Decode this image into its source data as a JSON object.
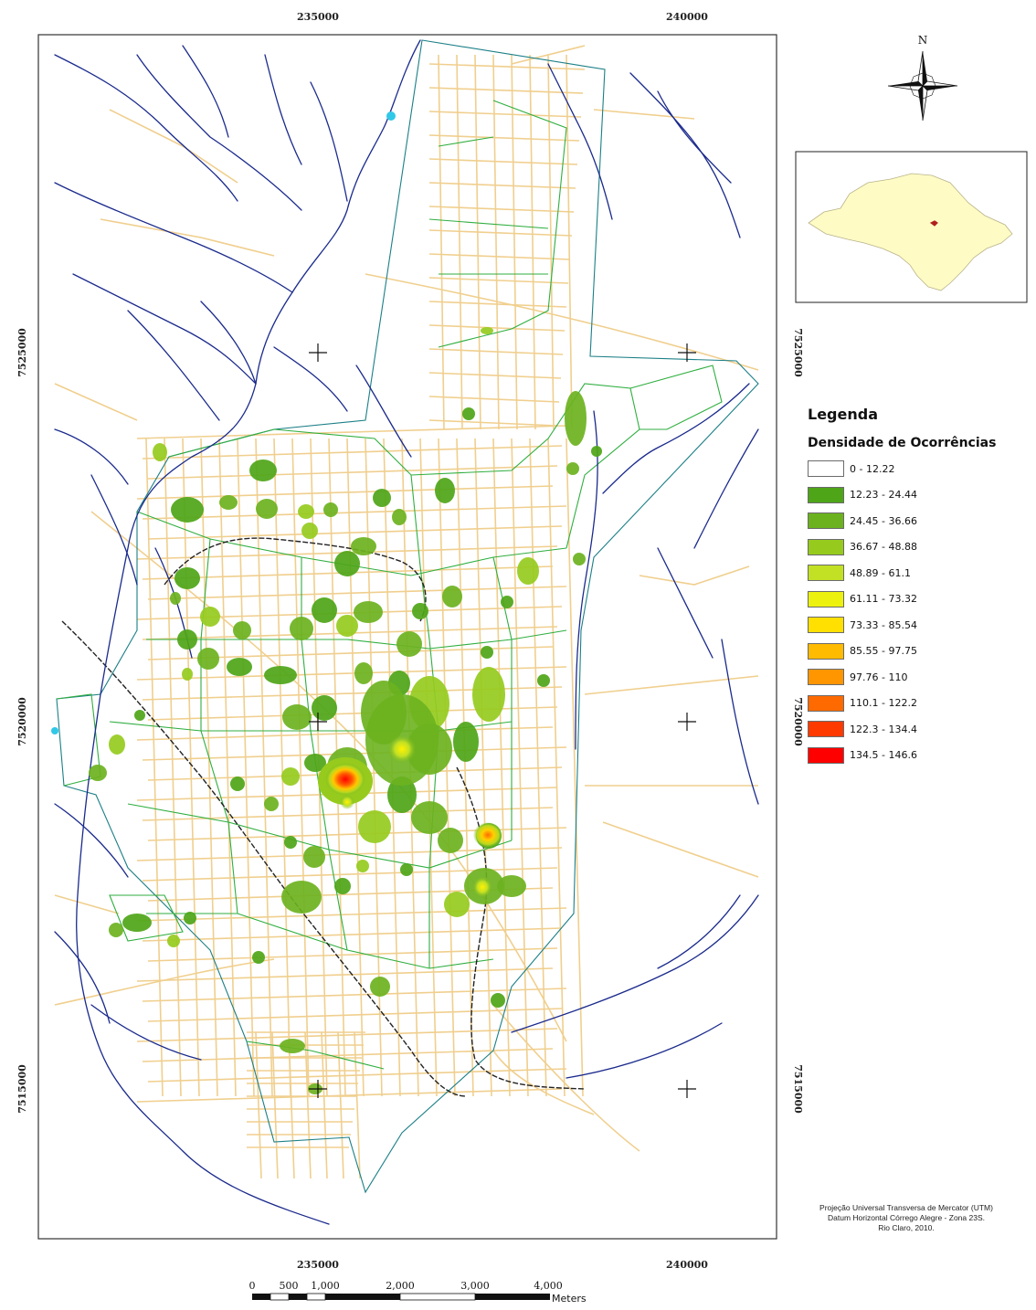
{
  "map": {
    "top_x_labels": [
      "235000",
      "240000"
    ],
    "bottom_x_labels": [
      "235000",
      "240000"
    ],
    "left_y_labels": [
      "7525000",
      "7520000",
      "7515000"
    ],
    "right_y_labels": [
      "7525000",
      "7520000",
      "7515000"
    ],
    "colors": {
      "frame": "#333333",
      "roads": "#f0cf8e",
      "rivers": "#1a2a8c",
      "district_boundary": "#2fae3f",
      "urban_perimeter": "#1b7f86",
      "railway": "#222222"
    }
  },
  "north_arrow": {
    "label": "N"
  },
  "inset": {
    "fill": "#fffbc4",
    "marker_color": "#b02020"
  },
  "legend": {
    "title": "Legenda",
    "subtitle": "Densidade de Ocorrências",
    "classes": [
      {
        "label": "0 - 12.22",
        "color": "#ffffff"
      },
      {
        "label": "12.23 - 24.44",
        "color": "#4ea518"
      },
      {
        "label": "24.45 - 36.66",
        "color": "#6cb21f"
      },
      {
        "label": "36.67 - 48.88",
        "color": "#96cb1e"
      },
      {
        "label": "48.89 - 61.1",
        "color": "#c2e024"
      },
      {
        "label": "61.11 - 73.32",
        "color": "#ecf20e"
      },
      {
        "label": "73.33 - 85.54",
        "color": "#ffe000"
      },
      {
        "label": "85.55 - 97.75",
        "color": "#ffbb00"
      },
      {
        "label": "97.76 - 110",
        "color": "#ff9600"
      },
      {
        "label": "110.1 - 122.2",
        "color": "#ff6a00"
      },
      {
        "label": "122.3 - 134.4",
        "color": "#ff3a00"
      },
      {
        "label": "134.5 - 146.6",
        "color": "#ff0000"
      }
    ]
  },
  "scale_bar": {
    "labels": [
      "0",
      "500",
      "1,000",
      "2,000",
      "3,000",
      "4,000"
    ],
    "unit": "Meters"
  },
  "credits": {
    "line1": "Projeção Universal Transversa de Mercator (UTM)",
    "line2": "Datum Horizontal Córrego Alegre - Zona 23S.",
    "line3": "Rio Claro, 2010."
  }
}
